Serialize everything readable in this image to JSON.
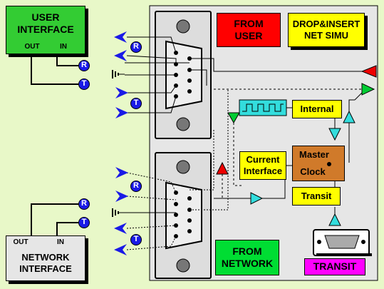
{
  "colors": {
    "background": "#e8f8c8",
    "panel": "#e6e6e6",
    "user_interface_box": "#33cc33",
    "from_user_box": "#ff0000",
    "drop_insert_box": "#ffff00",
    "from_network_box": "#00dd33",
    "transit_label_box": "#ff00ff",
    "yellow_box": "#ffff00",
    "master_clock_box": "#d07a2a",
    "arrow_blue": "#1a1ae6",
    "arrow_red": "#ee0000",
    "arrow_green": "#00cc33",
    "arrow_cyan": "#33dddd",
    "connector": "#dddddd"
  },
  "boxes": {
    "user_interface": {
      "title": "USER\nINTERFACE",
      "out": "OUT",
      "in": "IN"
    },
    "network_interface": {
      "title": "NETWORK\nINTERFACE",
      "out": "OUT",
      "in": "IN"
    },
    "from_user": "FROM\nUSER",
    "drop_insert": "DROP&INSERT\nNET SIMU",
    "from_network": "FROM\nNETWORK",
    "transit_label": "TRANSIT",
    "internal": "Internal",
    "current_interface": "Current\nInterface",
    "master": "Master",
    "clock": "Clock",
    "transit": "Transit"
  },
  "markers": {
    "r_top": "R",
    "t_top": "T",
    "r_user": "R",
    "t_user": "T",
    "r_bottom": "R",
    "t_bottom": "T",
    "r_net": "R",
    "t_net": "T"
  },
  "icons": [
    "blue-arrow-icon",
    "ground-symbol-icon",
    "db9-connector-icon",
    "square-wave-icon",
    "red-triangle-icon",
    "green-triangle-icon",
    "cyan-triangle-icon"
  ]
}
